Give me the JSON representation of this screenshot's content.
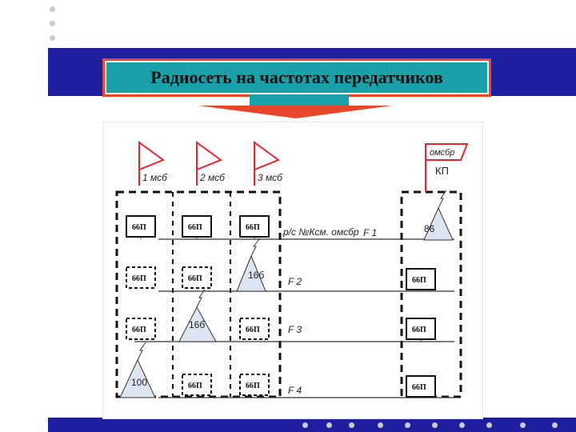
{
  "slide": {
    "title": "Радиосеть на частотах передатчиков"
  },
  "colors": {
    "band": "#1e1e9e",
    "title_fill": "#1aa0a8",
    "title_border": "#e8462a",
    "arrow": "#e8462a",
    "flag": "#e8242a",
    "antenna_fill": "#dde4f2"
  },
  "diagram": {
    "flags": [
      {
        "label": "1 мсб"
      },
      {
        "label": "2 мсб"
      },
      {
        "label": "3 мсб"
      },
      {
        "label": "омсбр"
      }
    ],
    "kp_label": "КП",
    "net_label": "р/с №Ксм. омсбр",
    "frequencies": [
      "F 1",
      "F 2",
      "F 3",
      "F 4"
    ],
    "station_label": "66П",
    "antennas": [
      {
        "label": "86"
      },
      {
        "label": "16б"
      },
      {
        "label": "16б"
      },
      {
        "label": "100"
      }
    ]
  }
}
